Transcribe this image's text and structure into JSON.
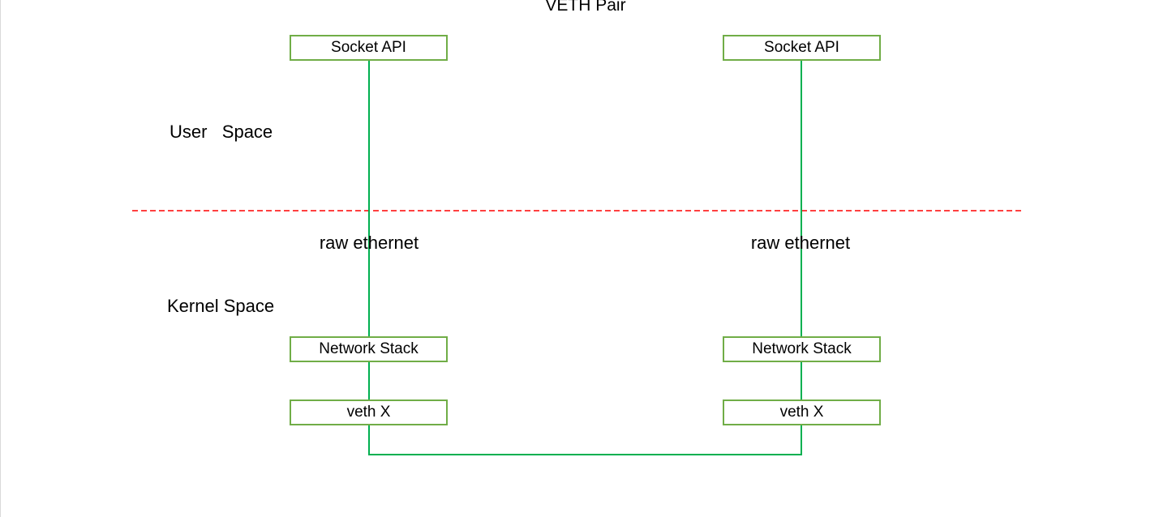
{
  "title": "VETH Pair",
  "zones": {
    "user": "User   Space",
    "kernel": "Kernel Space"
  },
  "left": {
    "socket": "Socket API",
    "raw": "raw ethernet",
    "stack": "Network Stack",
    "veth": "veth X"
  },
  "right": {
    "socket": "Socket API",
    "raw": "raw ethernet",
    "stack": "Network Stack",
    "veth": "veth X"
  },
  "colors": {
    "connector": "#00b050",
    "box_border": "#70ad47",
    "divider": "#ff0000"
  }
}
